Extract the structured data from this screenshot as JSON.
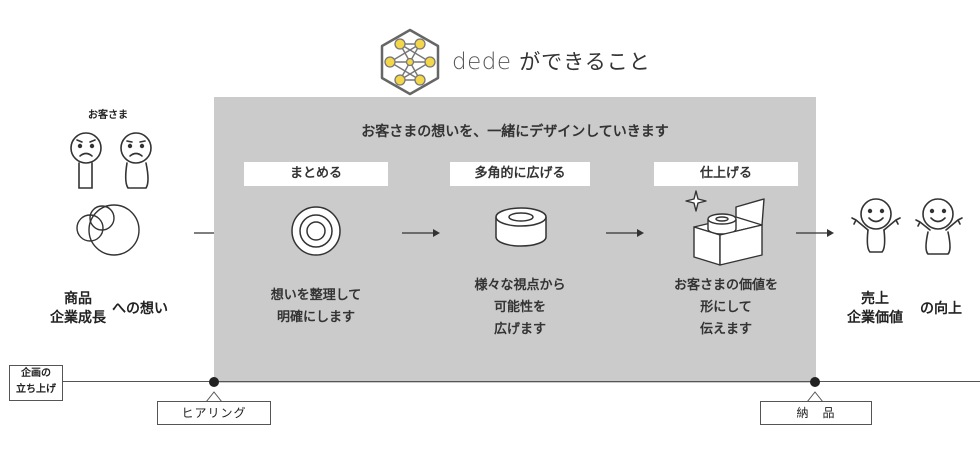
{
  "header": {
    "brand": "dede",
    "title_suffix": "ができること"
  },
  "left": {
    "customer_label": "お客さま",
    "thoughts_lines": [
      "商品",
      "企業成長"
    ],
    "thoughts_suffix": "への想い"
  },
  "panel": {
    "heading": "お客さまの想いを、一緒にデザインしていきます",
    "steps": [
      {
        "label": "まとめる",
        "desc": [
          "想いを整理して",
          "明確にします"
        ]
      },
      {
        "label": "多角的に広げる",
        "desc": [
          "様々な視点から",
          "可能性を",
          "広げます"
        ]
      },
      {
        "label": "仕上げる",
        "desc": [
          "お客さまの価値を",
          "形にして",
          "伝えます"
        ]
      }
    ]
  },
  "right": {
    "result_lines": [
      "売上",
      "企業価値"
    ],
    "result_suffix": "の向上"
  },
  "timeline": {
    "start_label": [
      "企画の",
      "立ち上げ"
    ],
    "milestone_1": "ヒアリング",
    "milestone_2": "納　品"
  },
  "colors": {
    "panel_bg": "#cbcbcb",
    "logo_node": "#f4d64a",
    "line": "#555555"
  }
}
